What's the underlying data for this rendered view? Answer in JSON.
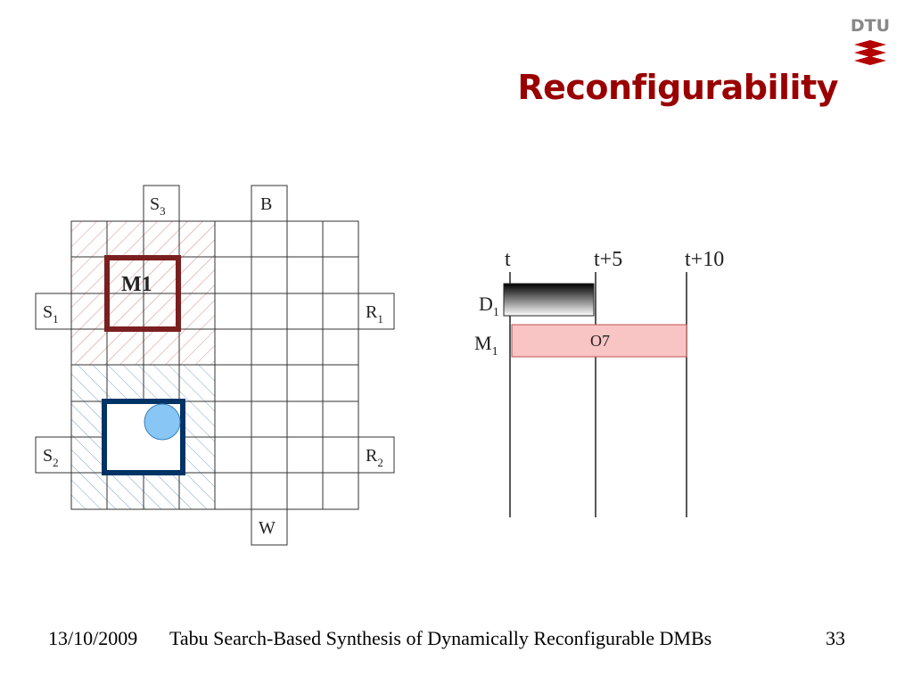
{
  "slide": {
    "title": "Reconfigurability",
    "logo": "DTU",
    "footer_date": "13/10/2009",
    "footer_title": "Tabu Search-Based Synthesis of Dynamically Reconfigurable DMBs",
    "page_number": "33"
  },
  "biochip": {
    "ports": {
      "S3": {
        "base": "S",
        "sub": "3"
      },
      "B": {
        "base": "B",
        "sub": ""
      },
      "S1": {
        "base": "S",
        "sub": "1"
      },
      "R1": {
        "base": "R",
        "sub": "1"
      },
      "S2": {
        "base": "S",
        "sub": "2"
      },
      "R2": {
        "base": "R",
        "sub": "2"
      },
      "W": {
        "base": "W",
        "sub": ""
      }
    },
    "module_label": "M1",
    "colors": {
      "module_red": "#7a1f1f",
      "module_blue": "#003366",
      "droplet": "#87c6f5",
      "hatch_red": "#d98a8a",
      "hatch_blue": "#7ea4c9"
    }
  },
  "schedule": {
    "time_labels": [
      "t",
      "t+5",
      "t+10"
    ],
    "rows": [
      {
        "label_base": "D",
        "label_sub": "1"
      },
      {
        "label_base": "M",
        "label_sub": "1",
        "op": "O7"
      }
    ],
    "colors": {
      "op_fill": "#f8c4c4",
      "op_stroke": "#c05050"
    }
  }
}
